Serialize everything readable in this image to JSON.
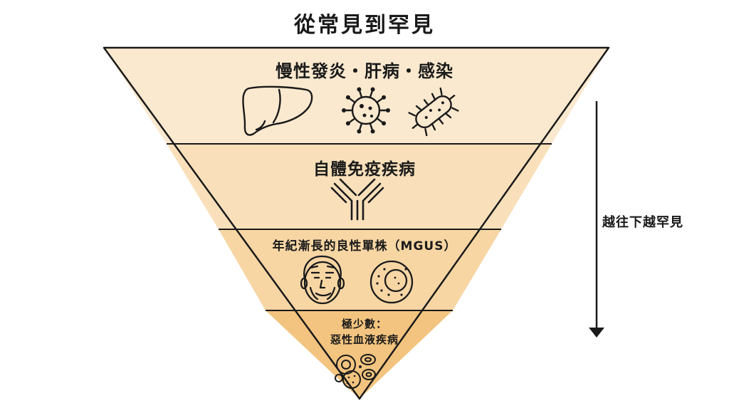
{
  "title": "從常見到罕見",
  "tiers": [
    {
      "label": "慢性發炎・肝病・感染",
      "icons": [
        "liver-icon",
        "virus-icon",
        "bacteria-icon"
      ],
      "color": "#FBE9CF"
    },
    {
      "label": "自體免疫疾病",
      "icons": [
        "antibody-icon"
      ],
      "color": "#F9E0BA"
    },
    {
      "label": "年紀漸長的良性單株（MGUS）",
      "icons": [
        "elderly-face-icon",
        "plasma-cell-icon"
      ],
      "color": "#F7D6A4"
    },
    {
      "label_lines": [
        "極少數：",
        "惡性血液疾病"
      ],
      "icons": [
        "blood-cells-icon"
      ],
      "color": "#F3C47F"
    }
  ],
  "side_label": "越往下越罕見",
  "colors": {
    "outline": "#1a1a1a",
    "arrow": "#1a1a1a"
  }
}
